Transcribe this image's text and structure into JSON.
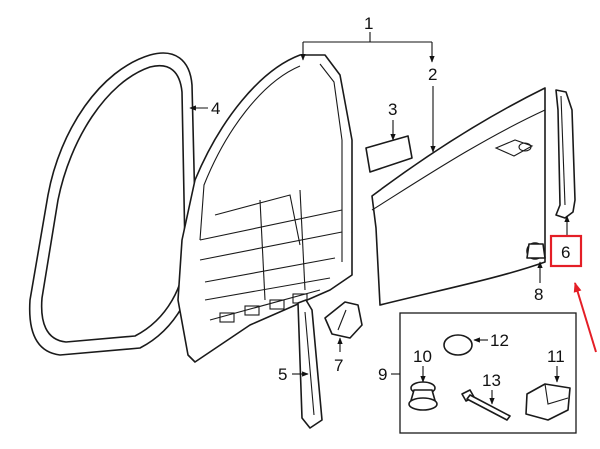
{
  "diagram": {
    "accent_color": "#e41e26",
    "callouts": [
      {
        "id": "1",
        "label": "1"
      },
      {
        "id": "2",
        "label": "2"
      },
      {
        "id": "3",
        "label": "3"
      },
      {
        "id": "4",
        "label": "4"
      },
      {
        "id": "5",
        "label": "5"
      },
      {
        "id": "6",
        "label": "6",
        "highlighted": true
      },
      {
        "id": "7",
        "label": "7"
      },
      {
        "id": "8",
        "label": "8"
      },
      {
        "id": "9",
        "label": "9"
      },
      {
        "id": "10",
        "label": "10"
      },
      {
        "id": "11",
        "label": "11"
      },
      {
        "id": "12",
        "label": "12"
      },
      {
        "id": "13",
        "label": "13"
      }
    ]
  }
}
